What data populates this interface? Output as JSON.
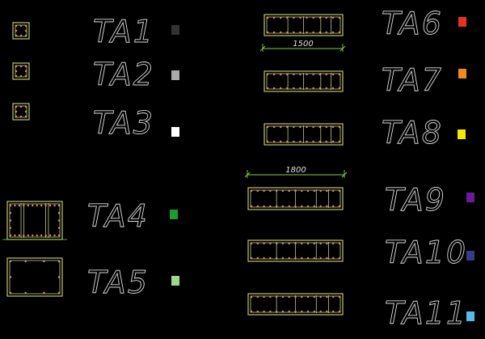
{
  "items": [
    {
      "label": "TA1",
      "color": "#333333"
    },
    {
      "label": "TA2",
      "color": "#aaaaaa"
    },
    {
      "label": "TA3",
      "color": "#ffffff"
    },
    {
      "label": "TA4",
      "color": "#1e9a2e"
    },
    {
      "label": "TA5",
      "color": "#9fd88a"
    },
    {
      "label": "TA6",
      "color": "#e8321e"
    },
    {
      "label": "TA7",
      "color": "#f08a1e"
    },
    {
      "label": "TA8",
      "color": "#f5e800"
    },
    {
      "label": "TA9",
      "color": "#6a1a9a"
    },
    {
      "label": "TA10",
      "color": "#3a3a8a"
    },
    {
      "label": "TA11",
      "color": "#5ab8e8"
    }
  ],
  "dimensions": [
    "1500",
    "1800"
  ],
  "colors": {
    "outline": "#b8c86a",
    "inner": "#e0e0a0",
    "bolt": "#e08a6a",
    "dim_line": "#8acc40"
  }
}
